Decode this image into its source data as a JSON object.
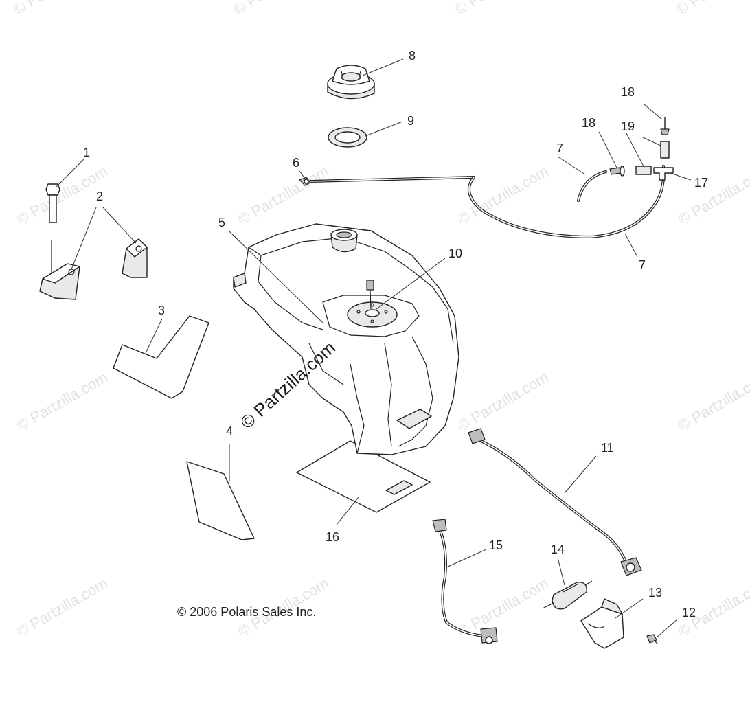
{
  "diagram": {
    "copyright": "© 2006 Polaris Sales Inc.",
    "watermark_text": "© Partzilla.com",
    "center_watermark_text": "© Partzilla.com",
    "callouts": [
      {
        "id": "c1",
        "label": "1"
      },
      {
        "id": "c2",
        "label": "2"
      },
      {
        "id": "c3",
        "label": "3"
      },
      {
        "id": "c4",
        "label": "4"
      },
      {
        "id": "c5",
        "label": "5"
      },
      {
        "id": "c6",
        "label": "6"
      },
      {
        "id": "c7a",
        "label": "7"
      },
      {
        "id": "c7b",
        "label": "7"
      },
      {
        "id": "c8",
        "label": "8"
      },
      {
        "id": "c9",
        "label": "9"
      },
      {
        "id": "c10",
        "label": "10"
      },
      {
        "id": "c11",
        "label": "11"
      },
      {
        "id": "c12",
        "label": "12"
      },
      {
        "id": "c13",
        "label": "13"
      },
      {
        "id": "c14",
        "label": "14"
      },
      {
        "id": "c15",
        "label": "15"
      },
      {
        "id": "c16",
        "label": "16"
      },
      {
        "id": "c17",
        "label": "17"
      },
      {
        "id": "c18a",
        "label": "18"
      },
      {
        "id": "c18b",
        "label": "18"
      },
      {
        "id": "c19",
        "label": "19"
      }
    ],
    "colors": {
      "line": "#222222",
      "watermark": "#e2e2e2",
      "background": "#ffffff"
    }
  }
}
